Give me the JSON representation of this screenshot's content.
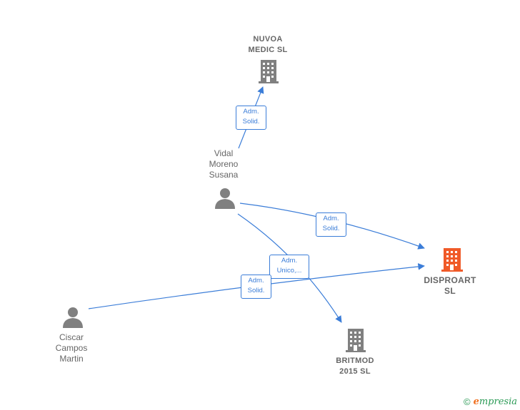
{
  "nodes": {
    "nuvoa": {
      "lines": [
        "NUVOA",
        "MEDIC  SL"
      ],
      "type": "company"
    },
    "disproart": {
      "lines": [
        "DISPROART",
        "SL"
      ],
      "type": "company-main"
    },
    "britmod": {
      "lines": [
        "BRITMOD",
        "2015  SL"
      ],
      "type": "company"
    },
    "vidal": {
      "lines": [
        "Vidal",
        "Moreno",
        "Susana"
      ],
      "type": "person"
    },
    "ciscar": {
      "lines": [
        "Ciscar",
        "Campos",
        "Martin"
      ],
      "type": "person"
    }
  },
  "edges": [
    {
      "id": "vidal-nuvoa",
      "lines": [
        "Adm.",
        "Solid."
      ]
    },
    {
      "id": "vidal-disproart",
      "lines": [
        "Adm.",
        "Solid."
      ]
    },
    {
      "id": "vidal-britmod",
      "lines": [
        "Adm.",
        "Unico,..."
      ]
    },
    {
      "id": "ciscar-disproart",
      "lines": [
        "Adm.",
        "Solid."
      ]
    }
  ],
  "footer": {
    "copyright_symbol": "©",
    "brand_initial": "e",
    "brand_rest": "mpresia"
  },
  "colors": {
    "company": "#808080",
    "company_main": "#f05a28",
    "person": "#808080",
    "edge": "#3b7dd8",
    "brand": "#2a9a55"
  }
}
